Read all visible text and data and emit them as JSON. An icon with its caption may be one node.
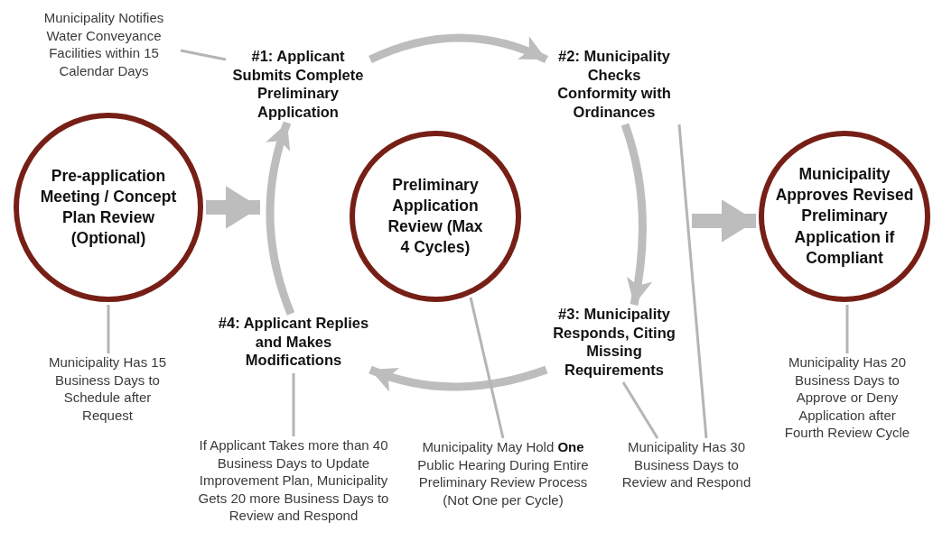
{
  "diagram": {
    "nodes": [
      {
        "text": [
          "Pre-application Meeting / Concept Plan Review (Optional)"
        ]
      },
      {
        "text": [
          "#1: Applicant Submits Complete Preliminary Application"
        ]
      },
      {
        "text": [
          "Preliminary Application Review (Max 4 Cycles)"
        ]
      },
      {
        "text": [
          "#2: Municipality Checks Conformity with Ordinances"
        ]
      },
      {
        "text": [
          "#4: Applicant Replies and Makes Modifications"
        ]
      },
      {
        "text": [
          "#3: Municipality Responds, Citing Missing Requirements"
        ]
      },
      {
        "text": [
          "Municipality Approves Revised Preliminary Application if Compliant"
        ]
      },
      {
        "text": [
          "Municipality Notifies Water Conveyance Facilities within 15 Calendar Days"
        ]
      },
      {
        "text": [
          "Municipality Has 15 Business Days to Schedule after Request"
        ]
      },
      {
        "text": [
          "If Applicant Takes more than 40 Business Days to Update Improvement Plan, Municipality Gets 20 more Business Days to Review and Respond"
        ]
      },
      {
        "text": [
          "Municipality May Hold **One** Public Hearing During Entire Preliminary Review Process (Not One per Cycle)"
        ]
      },
      {
        "text": [
          "Municipality Has 30 Business Days to Review and Respond"
        ]
      },
      {
        "text": [
          "Municipality Has 20 Business Days to Approve or Deny Application after Fourth Review Cycle"
        ]
      }
    ],
    "edges": [
      {
        "from": 0,
        "to": null,
        "arrow": "to",
        "style": "thick"
      },
      {
        "from": null,
        "to": 6,
        "arrow": "to",
        "style": "thick"
      },
      {
        "from": 1,
        "to": 3,
        "arrow": "to",
        "style": "thick"
      },
      {
        "from": 3,
        "to": 5,
        "arrow": "to",
        "style": "thick"
      },
      {
        "from": 5,
        "to": 4,
        "arrow": "to",
        "style": "thick"
      },
      {
        "from": 4,
        "to": 1,
        "arrow": "to",
        "style": "thick"
      },
      {
        "from": 7,
        "to": 1,
        "arrow": "none"
      },
      {
        "from": 8,
        "to": 0,
        "arrow": "none"
      },
      {
        "from": 9,
        "to": 4,
        "arrow": "none"
      },
      {
        "from": 10,
        "to": 2,
        "arrow": "none"
      },
      {
        "from": 11,
        "to": 5,
        "arrow": "none"
      },
      {
        "from": 11,
        "to": 3,
        "arrow": "none"
      },
      {
        "from": 12,
        "to": 6,
        "arrow": "none"
      }
    ]
  }
}
